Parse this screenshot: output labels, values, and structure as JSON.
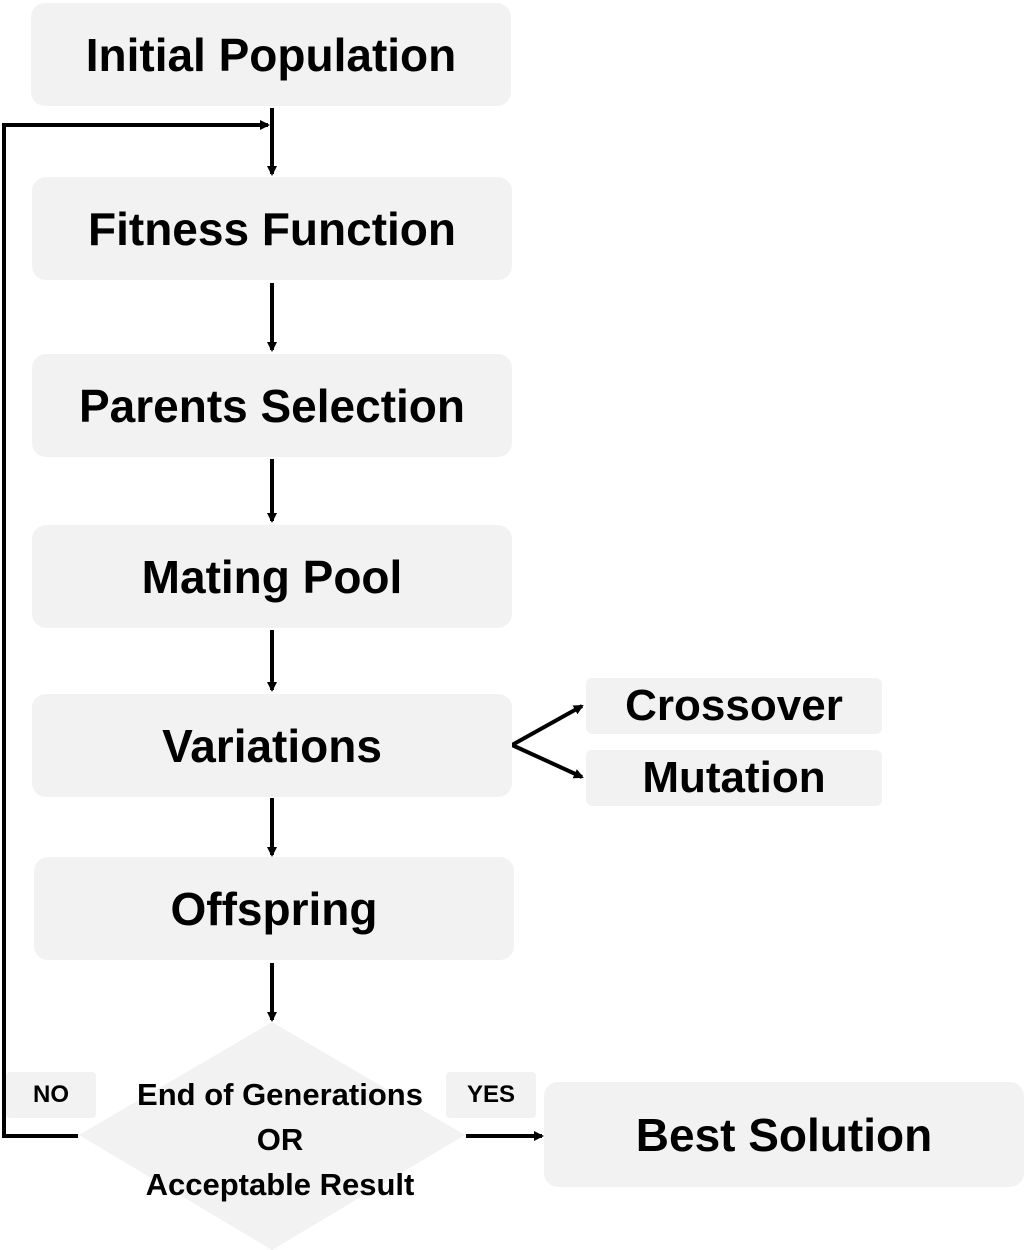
{
  "steps": {
    "initial_population": "Initial Population",
    "fitness_function": "Fitness Function",
    "parents_selection": "Parents Selection",
    "mating_pool": "Mating Pool",
    "variations": "Variations",
    "offspring": "Offspring"
  },
  "variation_types": {
    "crossover": "Crossover",
    "mutation": "Mutation"
  },
  "decision": {
    "line1": "End of Generations",
    "line2": "OR",
    "line3": "Acceptable Result"
  },
  "branches": {
    "no": "NO",
    "yes": "YES"
  },
  "result": "Best Solution",
  "colors": {
    "box_fill": "#f2f2f2",
    "stroke": "#000000"
  }
}
